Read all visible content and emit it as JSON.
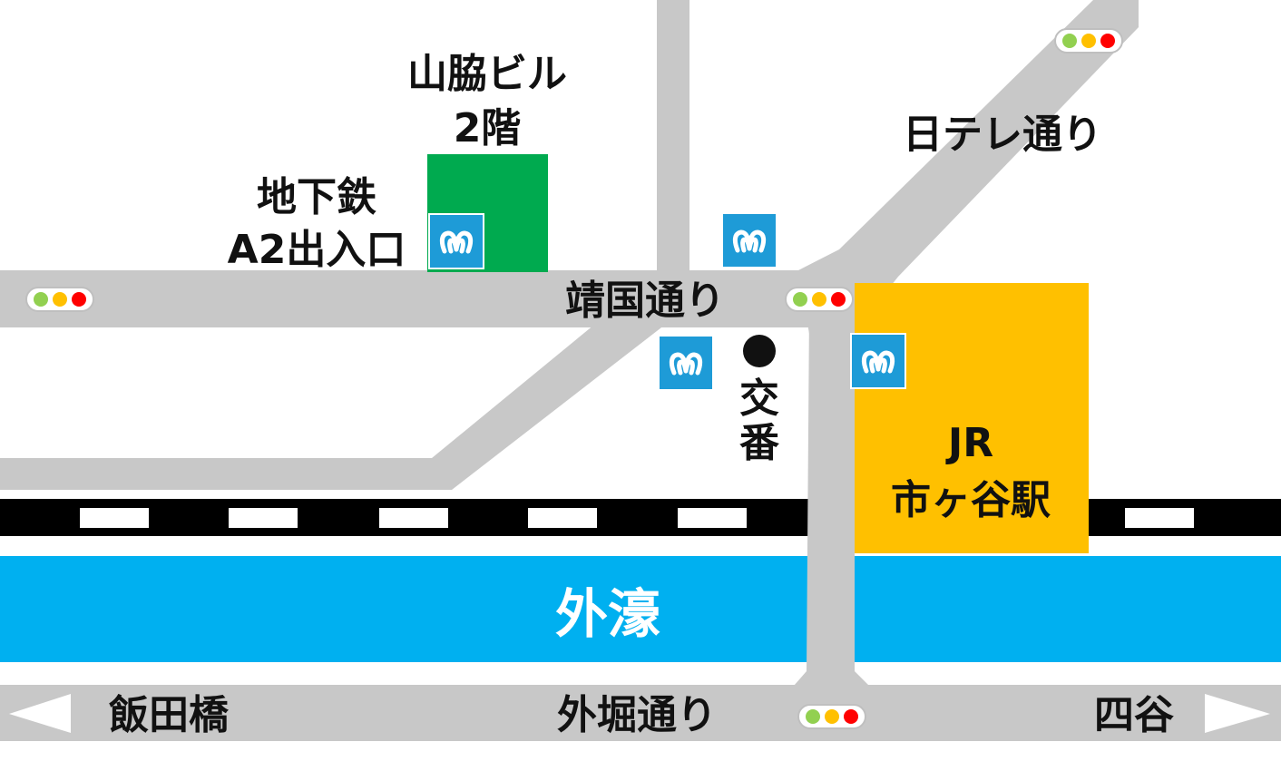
{
  "labels": {
    "building_name": "山脇ビル",
    "building_floor": "2階",
    "subway_line1": "地下鉄",
    "subway_line2": "A2出入口",
    "nittele_street": "日テレ通り",
    "yasukuni_street": "靖国通り",
    "koban_char1": "交",
    "koban_char2": "番",
    "station_line1": "JR",
    "station_line2": "市ヶ谷駅",
    "moat": "外濠",
    "iidabashi": "飯田橋",
    "sotobori_street": "外堀通り",
    "yotsuya": "四谷"
  },
  "colors": {
    "road": "#c8c8c8",
    "building": "#00aa4f",
    "station": "#ffc000",
    "moat": "#00b0f0",
    "subway_sign": "#1e9bd7",
    "railway": "#000000",
    "signal_green": "#92d050",
    "signal_yellow": "#ffc000",
    "signal_red": "#ff0000"
  },
  "icons": {
    "subway": "tokyo-metro-icon",
    "traffic_light": "traffic-light-icon",
    "koban": "police-box-dot-icon",
    "arrow_left": "arrow-left-icon",
    "arrow_right": "arrow-right-icon"
  }
}
